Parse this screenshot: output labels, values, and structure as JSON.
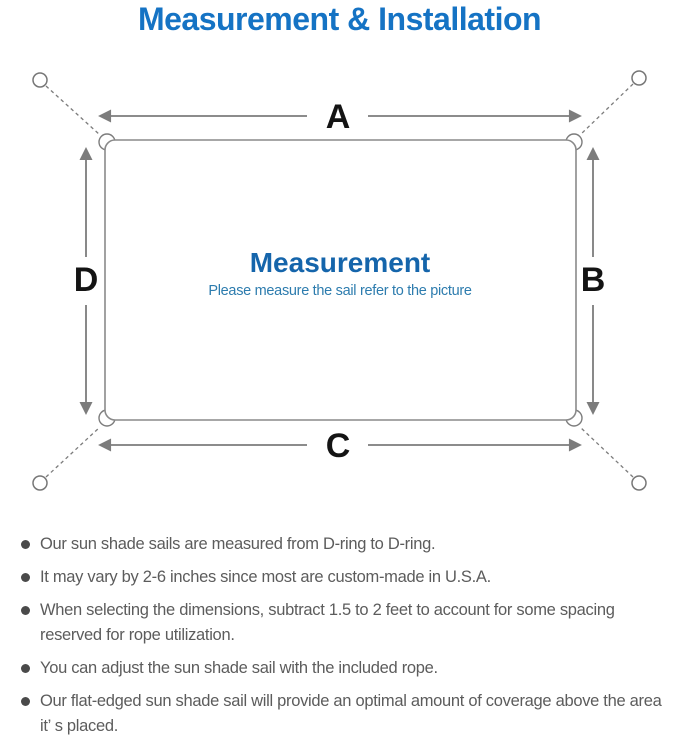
{
  "title": {
    "text": "Measurement & Installation"
  },
  "diagram": {
    "side_labels": {
      "top": "A",
      "right": "B",
      "bottom": "C",
      "left": "D"
    },
    "center": {
      "heading": "Measurement",
      "subheading": "Please measure the sail refer to the picture"
    }
  },
  "notes": {
    "items": [
      "Our sun shade sails are measured from D-ring to D-ring.",
      "It may vary by 2-6 inches since most are custom-made in U.S.A.",
      "When selecting the dimensions, subtract 1.5 to 2 feet to account for some spacing reserved for rope utilization.",
      "You can adjust the sun shade sail with the included rope.",
      "Our flat-edged sun shade sail will provide an optimal amount of coverage above the area it’ s placed."
    ]
  },
  "colors": {
    "title_blue": "#1573c4",
    "center_heading_blue": "#1565ab",
    "center_subheading_blue": "#2d7cae",
    "diagram_line_gray": "#7c7c7c",
    "sail_outline_gray": "#8a8a8a",
    "dimension_label_black": "#141414",
    "note_text_gray": "#5c5c5c"
  }
}
